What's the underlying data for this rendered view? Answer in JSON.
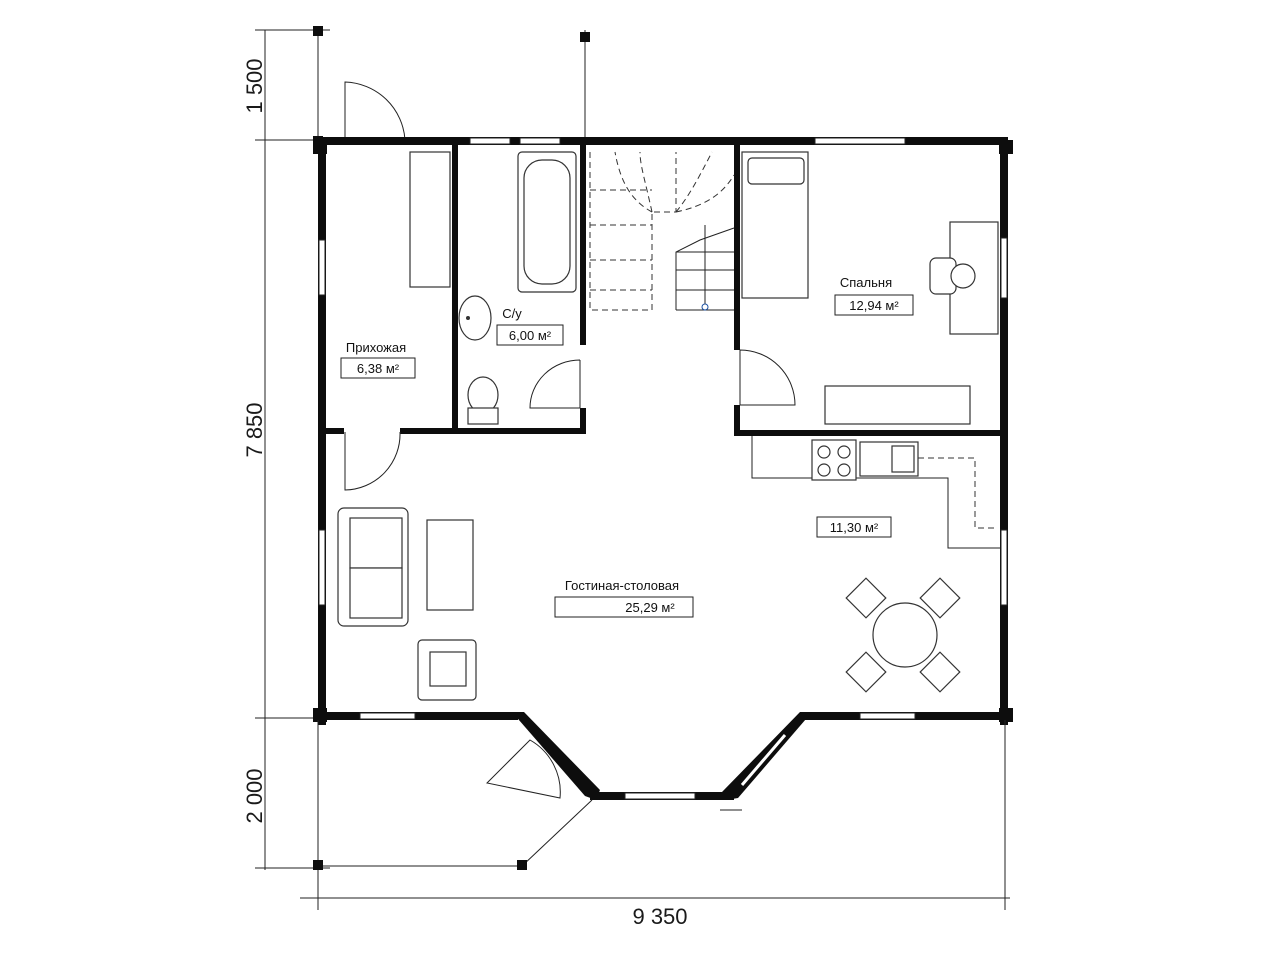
{
  "dimensions": {
    "porch_top": "1 500",
    "house_height": "7 850",
    "terrace_bottom": "2 000",
    "total_width": "9 350"
  },
  "rooms": {
    "hall": {
      "name": "Прихожая",
      "area": "6,38 м²"
    },
    "bathroom": {
      "name": "С/у",
      "area": "6,00 м²"
    },
    "bedroom": {
      "name": "Спальня",
      "area": "12,94 м²"
    },
    "kitchen": {
      "area": "11,30 м²"
    },
    "living": {
      "name": "Гостиная-столовая",
      "area": "25,29 м²"
    }
  },
  "colors": {
    "wall": "#0d0d0d",
    "line": "#222222",
    "background": "#ffffff"
  }
}
